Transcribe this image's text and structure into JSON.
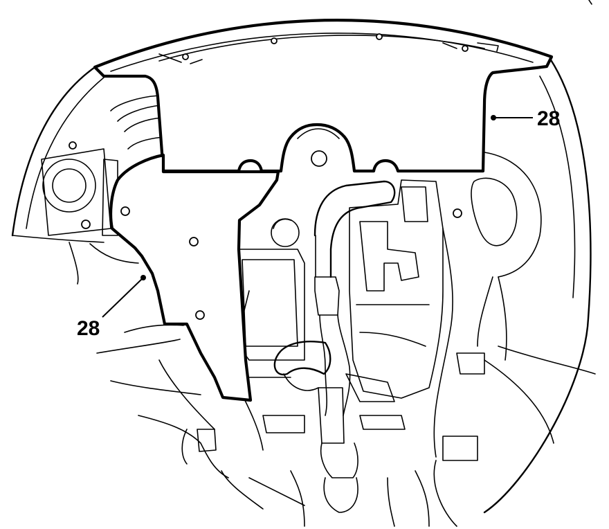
{
  "callouts": [
    {
      "id": "upper-panel",
      "label": "28"
    },
    {
      "id": "side-panel",
      "label": "28"
    }
  ],
  "colors": {
    "line": "#000000",
    "background": "#ffffff"
  }
}
